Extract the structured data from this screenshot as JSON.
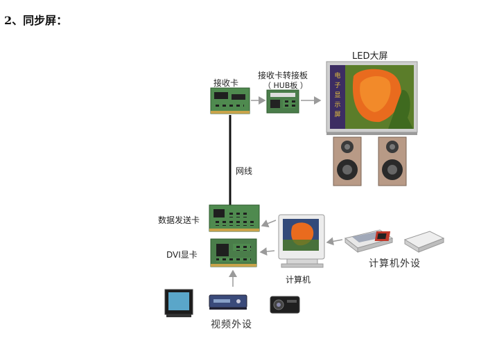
{
  "heading": "2、同步屏：",
  "labels": {
    "receiver_card": "接收卡",
    "hub_board_line1": "接收卡转接板",
    "hub_board_line2": "（ HUB板 ）",
    "led_screen": "LED大屏",
    "led_panel_text": "电子显示屏",
    "network_cable": "网线",
    "data_sender_card": "数据发送卡",
    "dvi_card": "DVI显卡",
    "computer": "计算机",
    "computer_peripherals": "计算机外设",
    "video_peripherals": "视频外设"
  },
  "colors": {
    "pcb_green": "#4f8a4f",
    "arrow_gray": "#9a9a9a",
    "speaker_wood": "#b89a86",
    "led_background": "#3a2a6a"
  }
}
